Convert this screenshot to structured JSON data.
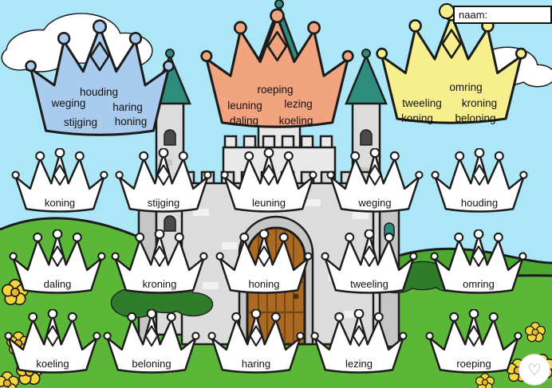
{
  "header": {
    "name_label": "naam:"
  },
  "colors": {
    "sky": "#ade7f7",
    "grass": "#5cb637",
    "grass_back": "#4da82f",
    "bush": "#2f7d2b",
    "wall": "#dcdcdc",
    "wall_light": "#e9e9e9",
    "wall_dark": "#c6c6c6",
    "roof": "#2d8c7c",
    "door": "#aa6a22",
    "door_line": "#7a4713",
    "window": "#4a4a4a",
    "flower": "#f6d63a",
    "flower_center": "#efb32a",
    "white_crown": "#ffffff",
    "crown_blue": "#a9cbee",
    "crown_orange": "#f2a47f",
    "crown_yellow": "#f7ef8e",
    "outline": "#1c1c1c"
  },
  "sort_crowns": [
    {
      "id": "blue",
      "fill": "#a9cbee",
      "words": [
        "houding",
        "weging",
        "haring",
        "stijging",
        "honing"
      ]
    },
    {
      "id": "orange",
      "fill": "#f2a47f",
      "words": [
        "roeping",
        "leuning",
        "lezing",
        "daling",
        "koeling"
      ]
    },
    {
      "id": "yellow",
      "fill": "#f7ef8e",
      "words": [
        "omring",
        "tweeling",
        "kroning",
        "koning",
        "beloning"
      ]
    }
  ],
  "answer_rows": [
    [
      "koning",
      "stijging",
      "leuning",
      "weging",
      "houding"
    ],
    [
      "daling",
      "kroning",
      "honing",
      "tweeling",
      "omring"
    ],
    [
      "koeling",
      "beloning",
      "haring",
      "lezing",
      "roeping"
    ]
  ]
}
